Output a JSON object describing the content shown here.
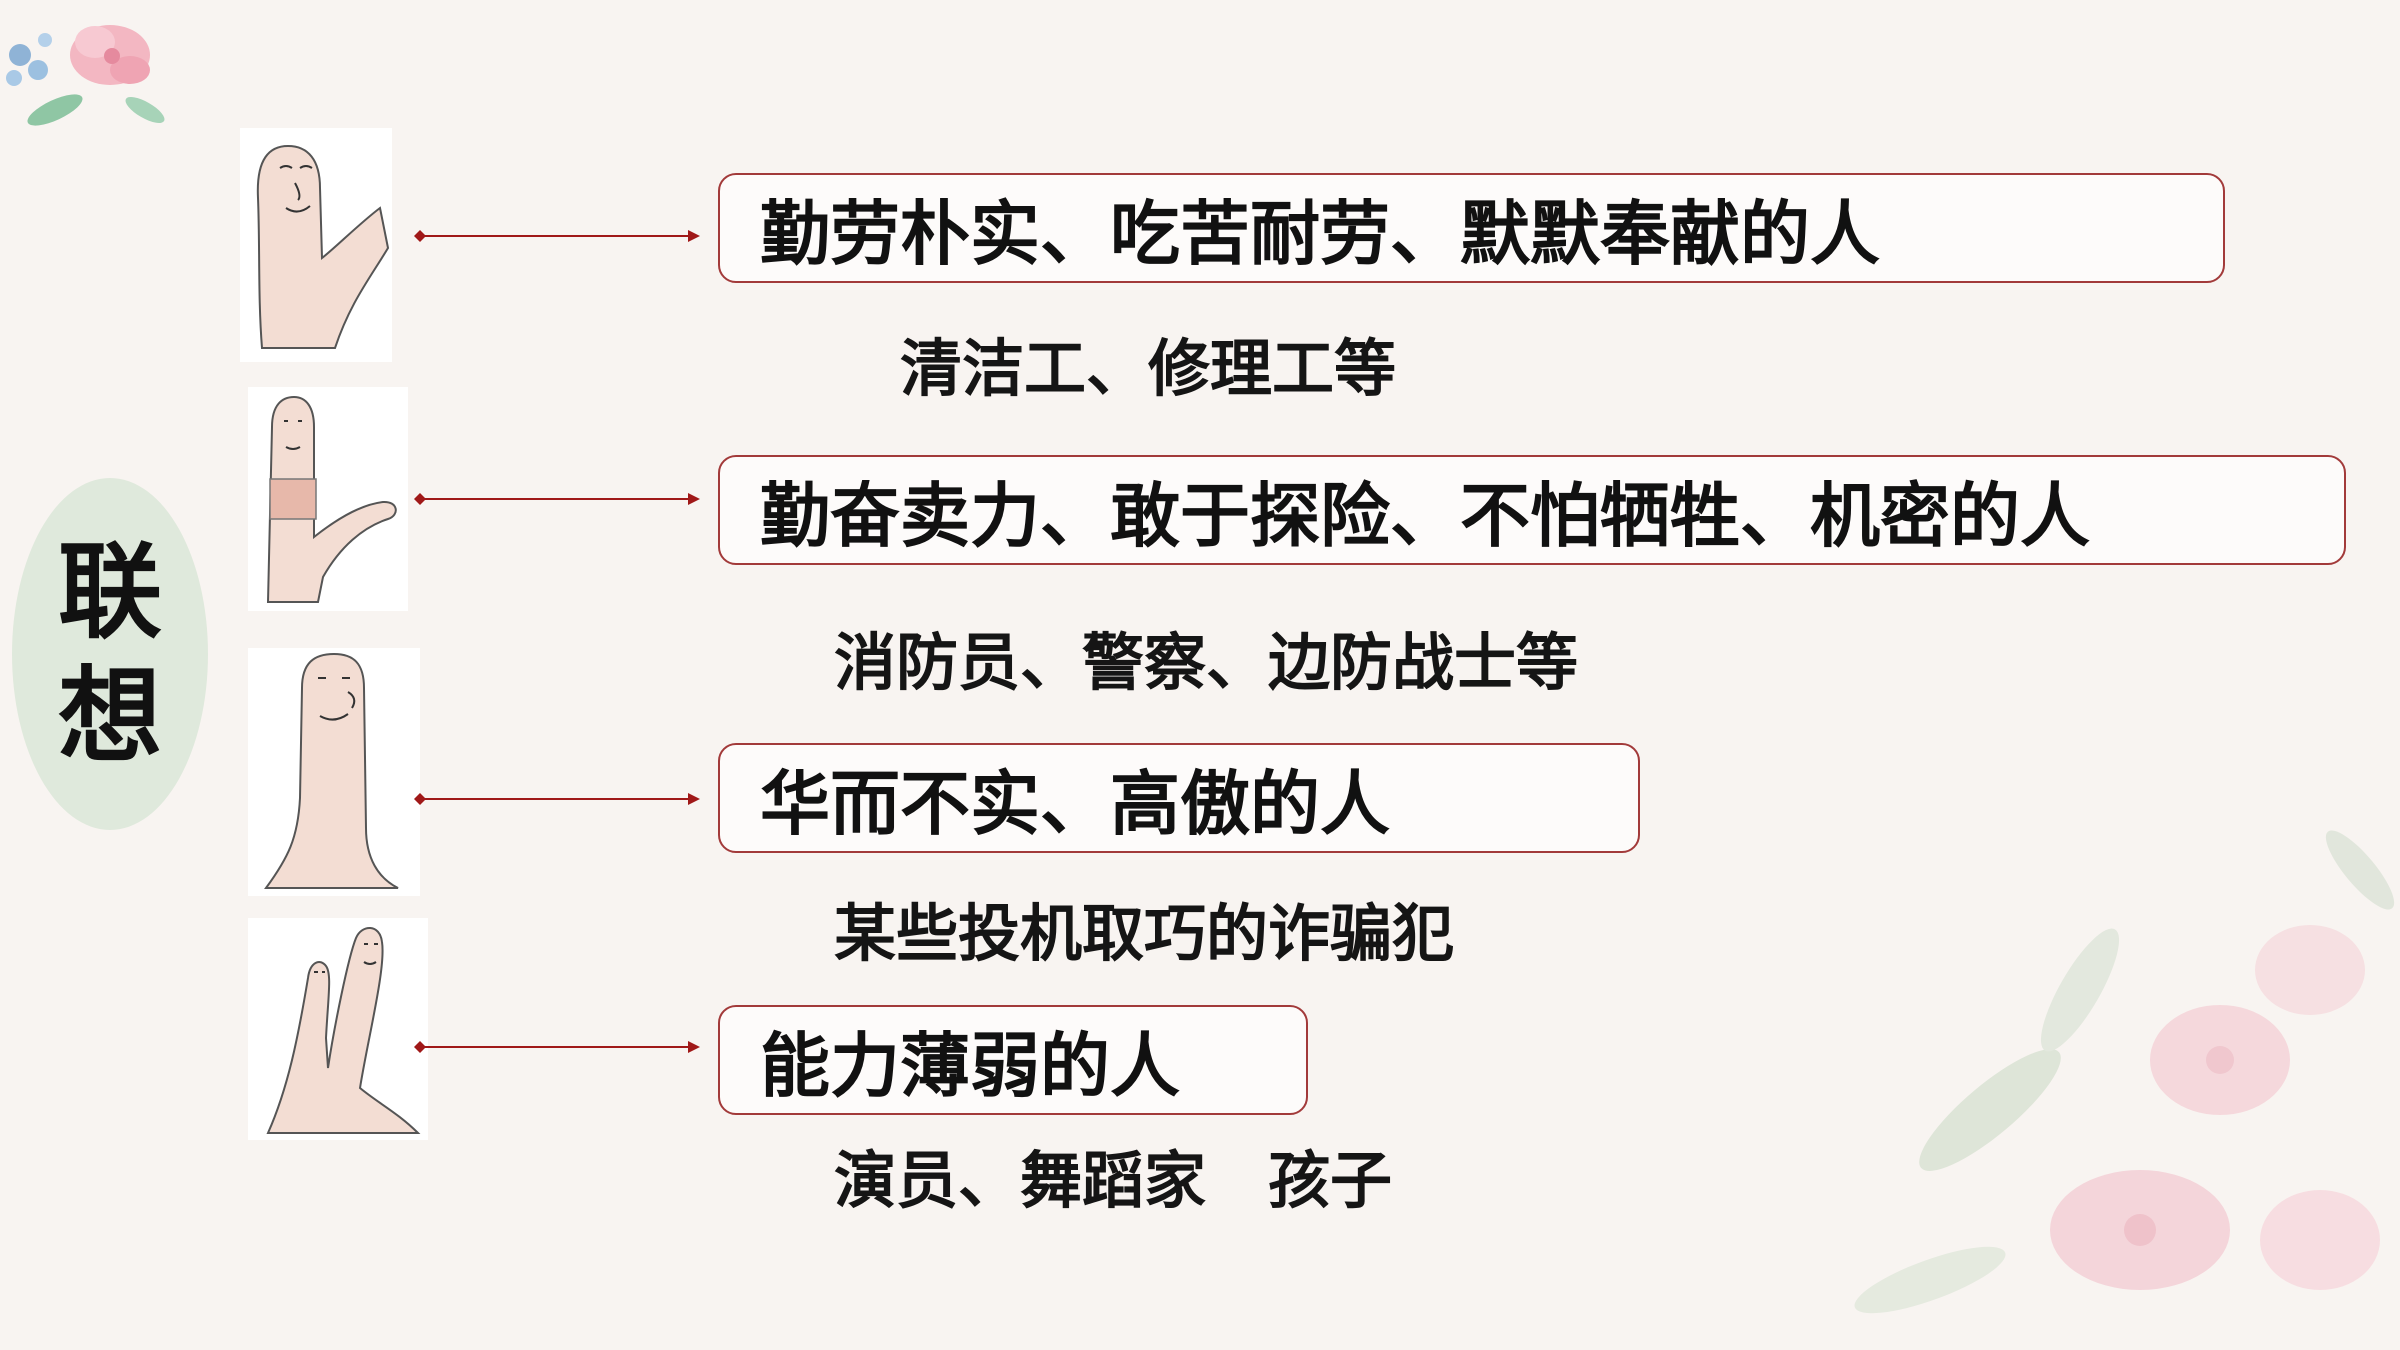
{
  "side_label": [
    "联",
    "想"
  ],
  "rows": [
    {
      "finger": "thumb-icon",
      "trait": "勤劳朴实、吃苦耐劳、默默奉献的人",
      "example": "清洁工、修理工等"
    },
    {
      "finger": "index-finger-icon",
      "trait": "勤奋卖力、敢于探险、不怕牺牲、机密的人",
      "example": "消防员、警察、边防战士等"
    },
    {
      "finger": "middle-finger-icon",
      "trait": "华而不实、高傲的人",
      "example": "某些投机取巧的诈骗犯"
    },
    {
      "finger": "ring-and-little-finger-icon",
      "trait": "能力薄弱的人",
      "example": "演员、舞蹈家　孩子"
    }
  ],
  "colors": {
    "background": "#f8f4f1",
    "box_border": "#a23a3a",
    "arrow": "#a01818",
    "side_label_bg": "#dfe9dc"
  }
}
